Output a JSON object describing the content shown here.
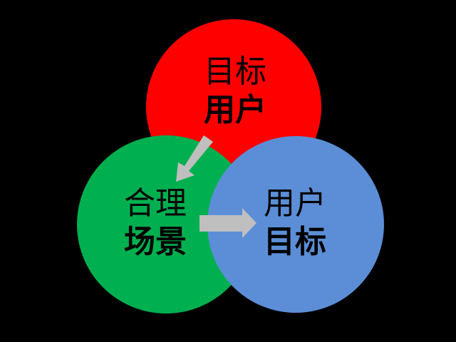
{
  "diagram": {
    "type": "three-circle venn diagram with flow arrows",
    "background_color": "#000000",
    "arrow_color": "#bfbfbf",
    "circles": [
      {
        "id": "red",
        "color": "#ff0000",
        "line1": "目标",
        "line2": "用户"
      },
      {
        "id": "green",
        "color": "#00b050",
        "line1": "合理",
        "line2": "场景"
      },
      {
        "id": "blue",
        "color": "#5b8ed6",
        "line1": "用户",
        "line2": "目标"
      }
    ],
    "arrows": [
      {
        "from": "目标用户",
        "to": "合理场景",
        "direction": "down-left"
      },
      {
        "from": "合理场景",
        "to": "用户目标",
        "direction": "right"
      }
    ]
  }
}
